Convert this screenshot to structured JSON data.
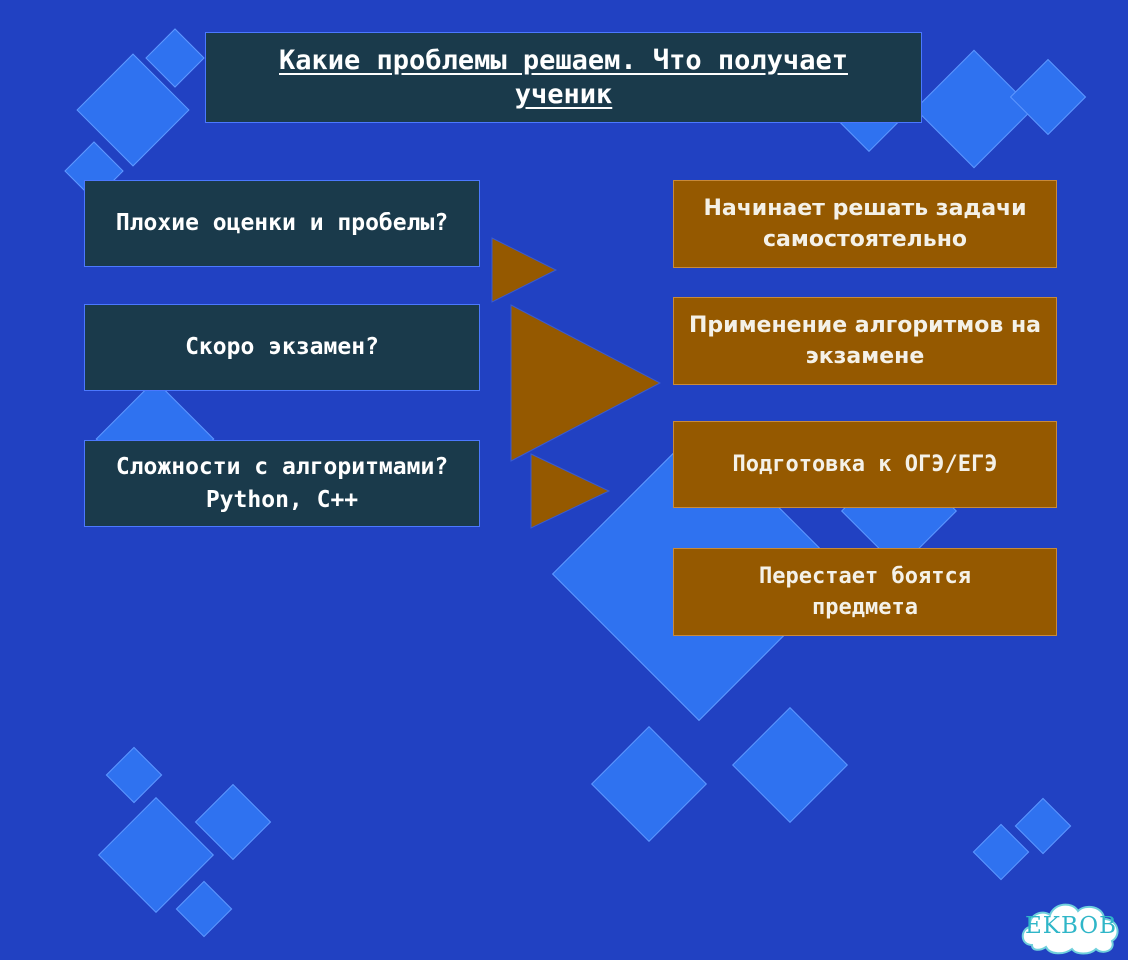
{
  "title": "Какие проблемы решаем. Что получает ученик",
  "problems": [
    {
      "text": "Плохие оценки и пробелы?"
    },
    {
      "text": "Скоро экзамен?"
    },
    {
      "text": "Сложности с алгоритмами? Python, C++"
    }
  ],
  "results": [
    {
      "text": "Начинает решать задачи самостоятельно"
    },
    {
      "text": "Применение алгоритмов на экзамене"
    },
    {
      "text": "Подготовка к ОГЭ/ЕГЭ"
    },
    {
      "text": "Перестает боятся предмета"
    }
  ],
  "logo": {
    "text": "EKBOB"
  },
  "colors": {
    "background": "#2141c2",
    "diamond": "#2f72f0",
    "dark_box": "#1a3a4b",
    "brown_box": "#955900",
    "arrow": "#955900"
  }
}
